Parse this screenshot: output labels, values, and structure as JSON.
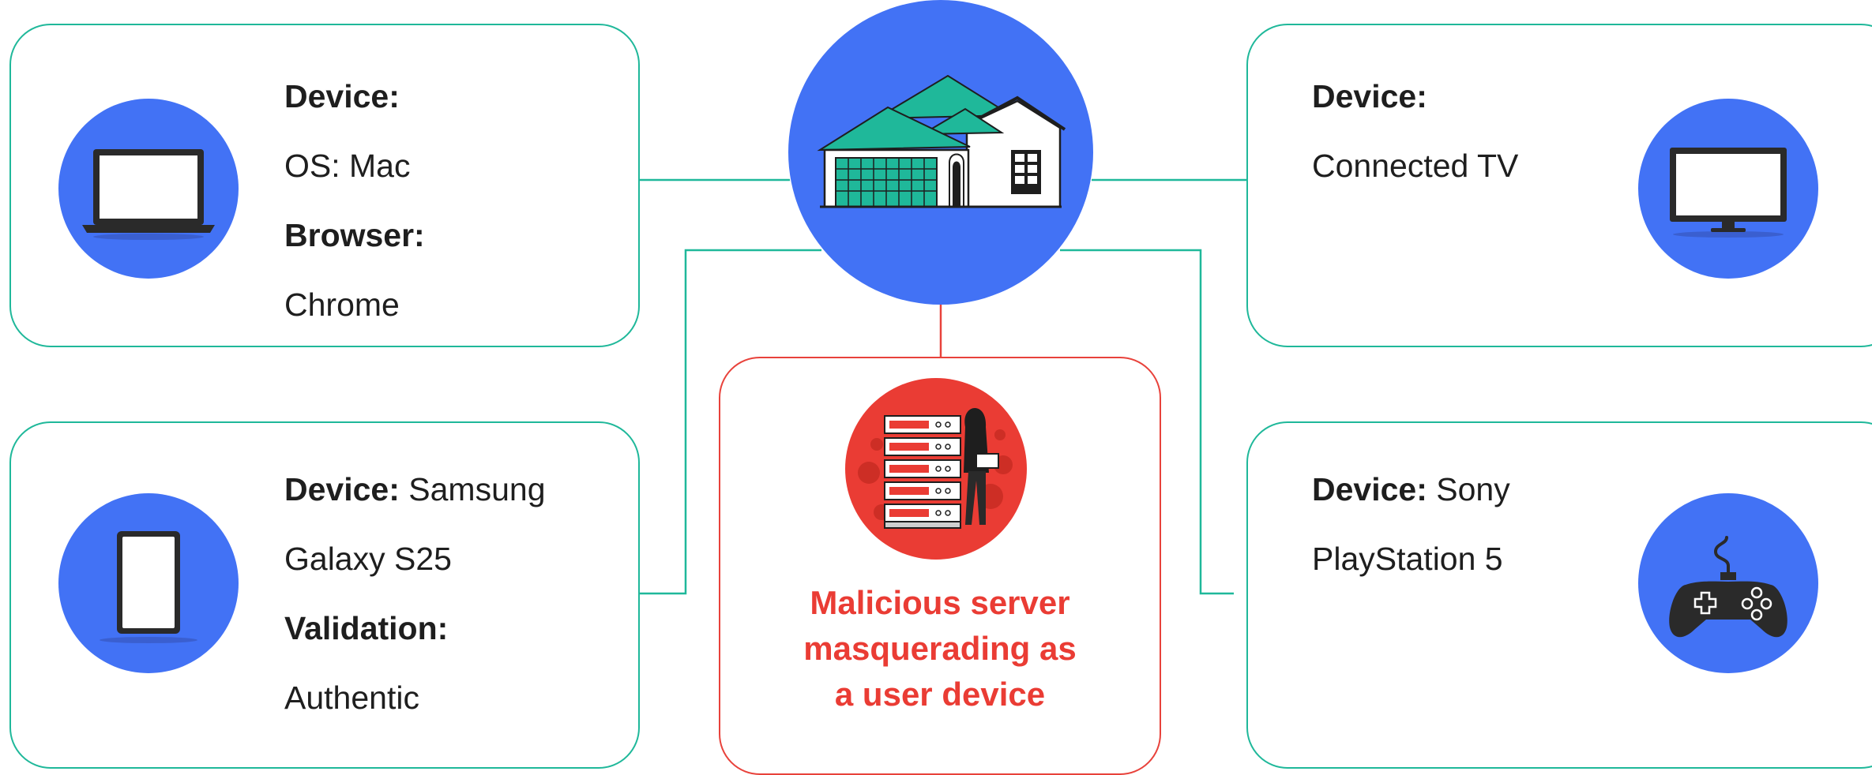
{
  "cards": {
    "mac": {
      "device_label": "Device:",
      "os": "OS: Mac",
      "browser_label": "Browser:",
      "browser": "Chrome"
    },
    "samsung": {
      "device_label": "Device:",
      "device": "Samsung",
      "device_line2": "Galaxy S25",
      "validation_label": "Validation:",
      "validation": "Authentic"
    },
    "tv": {
      "device_label": "Device:",
      "device": "Connected TV"
    },
    "playstation": {
      "device_label": "Device:",
      "device": "Sony",
      "device_line2": "PlayStation 5"
    },
    "malicious": {
      "caption_line1": "Malicious server",
      "caption_line2": "masquerading as",
      "caption_line3": "a user device"
    }
  },
  "icons": {
    "hub": "house-icon",
    "mac": "laptop-icon",
    "samsung": "tablet-icon",
    "tv": "monitor-icon",
    "playstation": "gamepad-icon",
    "malicious": "hacker-server-icon"
  },
  "colors": {
    "card_border": "#1fb89a",
    "malicious_border": "#e8423b",
    "icon_circle": "#4272f5",
    "threat_circle": "#ea3c34",
    "caption_text": "#ea3c34"
  }
}
